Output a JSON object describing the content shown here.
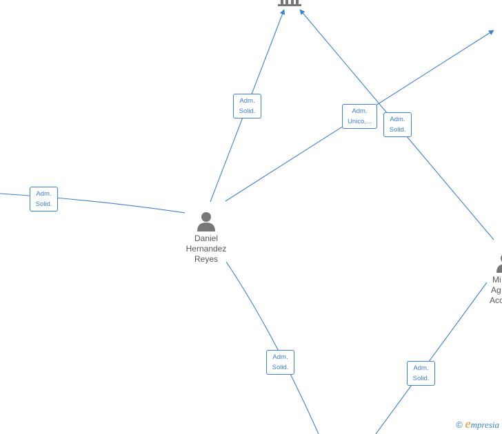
{
  "nodes": {
    "center_person": {
      "name_lines": [
        "Daniel",
        "Hernandez",
        "Reyes"
      ]
    },
    "right_person": {
      "name_lines": [
        "Mi",
        "Ag",
        "Acc"
      ]
    }
  },
  "relations": [
    {
      "id": "r1",
      "lines": [
        "Adm.",
        "Solid."
      ]
    },
    {
      "id": "r2",
      "lines": [
        "Adm.",
        "Unico,..."
      ]
    },
    {
      "id": "r3",
      "lines": [
        "Adm.",
        "Solid."
      ]
    },
    {
      "id": "r4",
      "lines": [
        "Adm.",
        "Solid."
      ]
    },
    {
      "id": "r5",
      "lines": [
        "Adm.",
        "Solid."
      ]
    },
    {
      "id": "r6",
      "lines": [
        "Adm.",
        "Solid."
      ]
    }
  ],
  "footer": {
    "copyright": "©",
    "brand_initial": "e",
    "brand_rest": "mpresia"
  },
  "colors": {
    "edge": "#3d7fd1",
    "person_icon": "#777777",
    "text": "#555555",
    "brand_orange": "#f08a1c"
  }
}
